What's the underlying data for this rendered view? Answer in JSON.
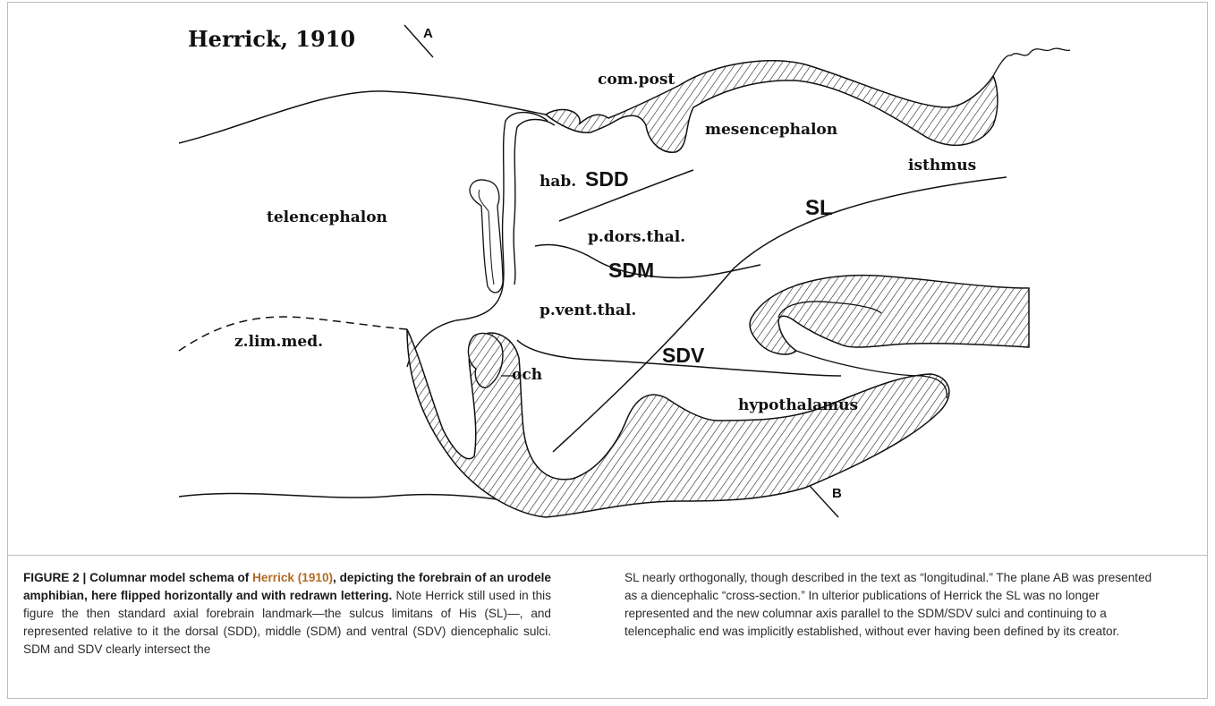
{
  "figure": {
    "title": "Herrick, 1910",
    "labels": {
      "A": "A",
      "B": "B",
      "com_post": "com.post",
      "mesencephalon": "mesencephalon",
      "isthmus": "isthmus",
      "hab": "hab.",
      "SDD": "SDD",
      "SL": "SL",
      "telencephalon": "telencephalon",
      "p_dors_thal": "p.dors.thal.",
      "SDM": "SDM",
      "p_vent_thal": "p.vent.thal.",
      "z_lim_med": "z.lim.med.",
      "SDV": "SDV",
      "och": "och",
      "hypothalamus": "hypothalamus"
    }
  },
  "caption": {
    "figure_num": "FIGURE 2 | ",
    "bold_1": "Columnar model schema of ",
    "citation": "Herrick (1910)",
    "bold_2": ", depicting the forebrain of an urodele amphibian, here flipped horizontally and with redrawn lettering.",
    "text_left": " Note Herrick still used in this figure the then standard axial forebrain landmark—the sulcus limitans of His (SL)—, and represented relative to it the dorsal (SDD), middle (SDM) and ventral (SDV) diencephalic sulci. SDM and SDV clearly intersect the",
    "text_right": "SL nearly orthogonally, though described in the text as “longitudinal.” The plane AB was presented as a diencephalic “cross-section.” In ulterior publications of Herrick the SL was no longer represented and the new columnar axis parallel to the SDM/SDV sulci and continuing to a telencephalic end was implicitly established, without ever having been defined by its creator."
  }
}
